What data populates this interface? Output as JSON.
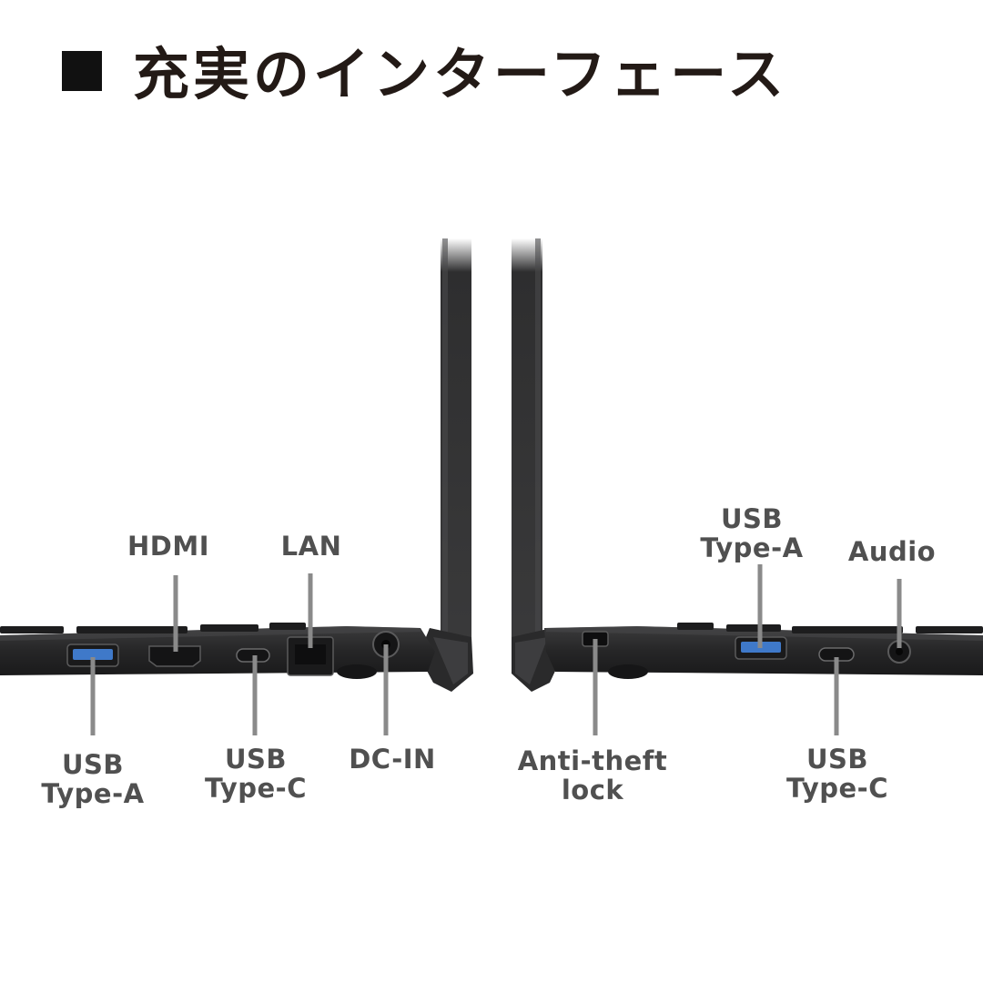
{
  "title": "充実のインターフェース",
  "left_side": {
    "top_labels": {
      "hdmi": "HDMI",
      "lan": "LAN"
    },
    "bottom_labels": {
      "usb_a": [
        "USB",
        "Type-A"
      ],
      "usb_c": [
        "USB",
        "Type-C"
      ],
      "dc_in": "DC-IN"
    }
  },
  "right_side": {
    "top_labels": {
      "usb_a": [
        "USB",
        "Type-A"
      ],
      "audio": "Audio"
    },
    "bottom_labels": {
      "lock": [
        "Anti-theft",
        "lock"
      ],
      "usb_c": [
        "USB",
        "Type-C"
      ]
    }
  },
  "colors": {
    "laptop_body": "#2b2b2c",
    "screen_edge": "#3a3a3b",
    "port_usb_a_blue": "#3f79c9",
    "callout_line": "#8a8a8a",
    "label_text": "#505050"
  }
}
